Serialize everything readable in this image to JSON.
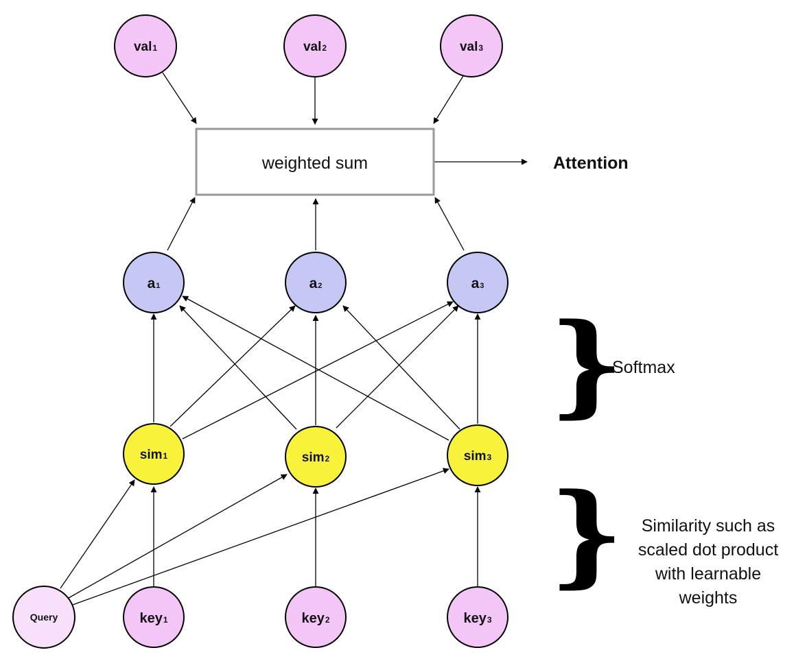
{
  "colors": {
    "val": "#f4c6f7",
    "key": "#f4c6f7",
    "query": "#f9e0fa",
    "attention_weight": "#c5c8f5",
    "similarity": "#f8f33a",
    "stroke": "#000000",
    "box_stroke": "#999999"
  },
  "values": [
    {
      "base": "val",
      "sub": "1"
    },
    {
      "base": "val",
      "sub": "2"
    },
    {
      "base": "val",
      "sub": "3"
    }
  ],
  "weights": [
    {
      "base": "a",
      "sub": "1"
    },
    {
      "base": "a",
      "sub": "2"
    },
    {
      "base": "a",
      "sub": "3"
    }
  ],
  "similarities": [
    {
      "base": "sim",
      "sub": "1"
    },
    {
      "base": "sim",
      "sub": "2"
    },
    {
      "base": "sim",
      "sub": "3"
    }
  ],
  "keys": [
    {
      "base": "key",
      "sub": "1"
    },
    {
      "base": "key",
      "sub": "2"
    },
    {
      "base": "key",
      "sub": "3"
    }
  ],
  "query": {
    "label": "Query"
  },
  "sum_box": {
    "label": "weighted sum"
  },
  "output": {
    "label": "Attention"
  },
  "softmax": {
    "label": "Softmax"
  },
  "similarity_note": {
    "lines": [
      "Similarity such as",
      "scaled dot product",
      "with learnable",
      "weights"
    ]
  },
  "brace_glyph": "}"
}
